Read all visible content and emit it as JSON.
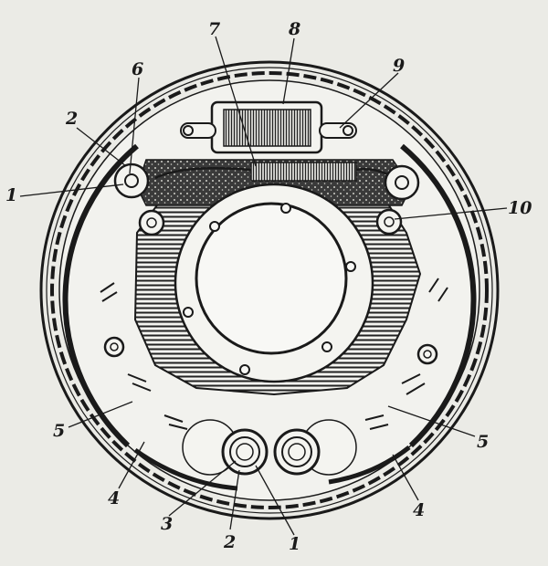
{
  "labels": {
    "l7": "7",
    "l8": "8",
    "l6": "6",
    "l9": "9",
    "l2_top": "2",
    "l1_left": "1",
    "l10": "10",
    "l5_left": "5",
    "l5_right": "5",
    "l4_left": "4",
    "l4_right": "4",
    "l3": "3",
    "l2_bottom": "2",
    "l1_bottom": "1"
  },
  "colors": {
    "paper": "#ebebe6",
    "ink": "#1a1a1a"
  }
}
